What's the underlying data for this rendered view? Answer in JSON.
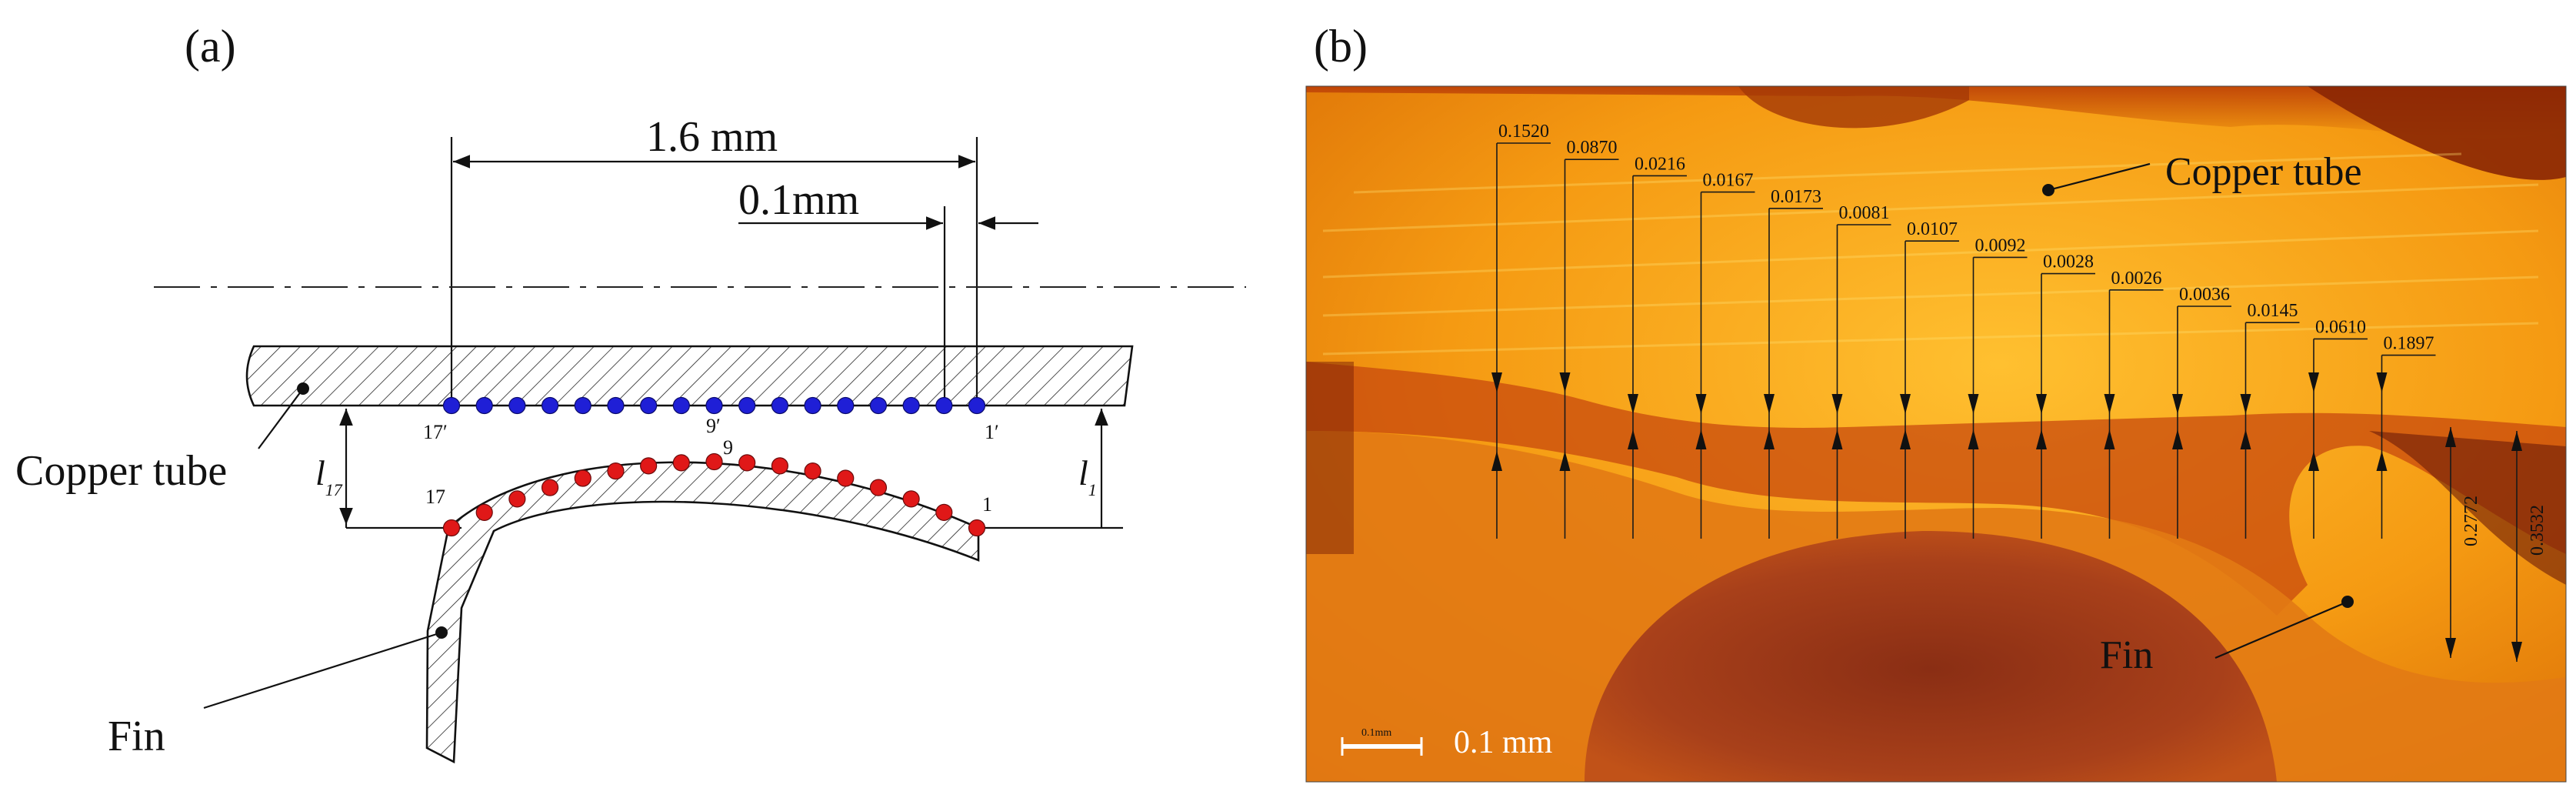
{
  "panel_a": {
    "label": "(a)",
    "dim_total": "1.6 mm",
    "dim_small": "0.1mm",
    "tube_label": "Copper tube",
    "fin_label": "Fin",
    "point_labels": {
      "tube_first": "1′",
      "tube_mid": "9′",
      "tube_last": "17′",
      "fin_first": "1",
      "fin_mid": "9",
      "fin_last": "17"
    },
    "gap_labels": {
      "left_main": "l",
      "left_sub": "17",
      "right_main": "l",
      "right_sub": "1"
    },
    "colors": {
      "tube_points": "#1f1fd6",
      "fin_points": "#e01818"
    }
  },
  "panel_b": {
    "label": "(b)",
    "tube_label": "Copper tube",
    "fin_label": "Fin",
    "scale_bar": "0.1 mm",
    "scale_bar_small": "0.1mm",
    "gap_values": [
      "0.1520",
      "0.0870",
      "0.0216",
      "0.0167",
      "0.0173",
      "0.0081",
      "0.0107",
      "0.0092",
      "0.0028",
      "0.0026",
      "0.0036",
      "0.0145",
      "0.0610",
      "0.1897"
    ],
    "rotated_values": [
      "0.2772",
      "0.3532"
    ]
  }
}
